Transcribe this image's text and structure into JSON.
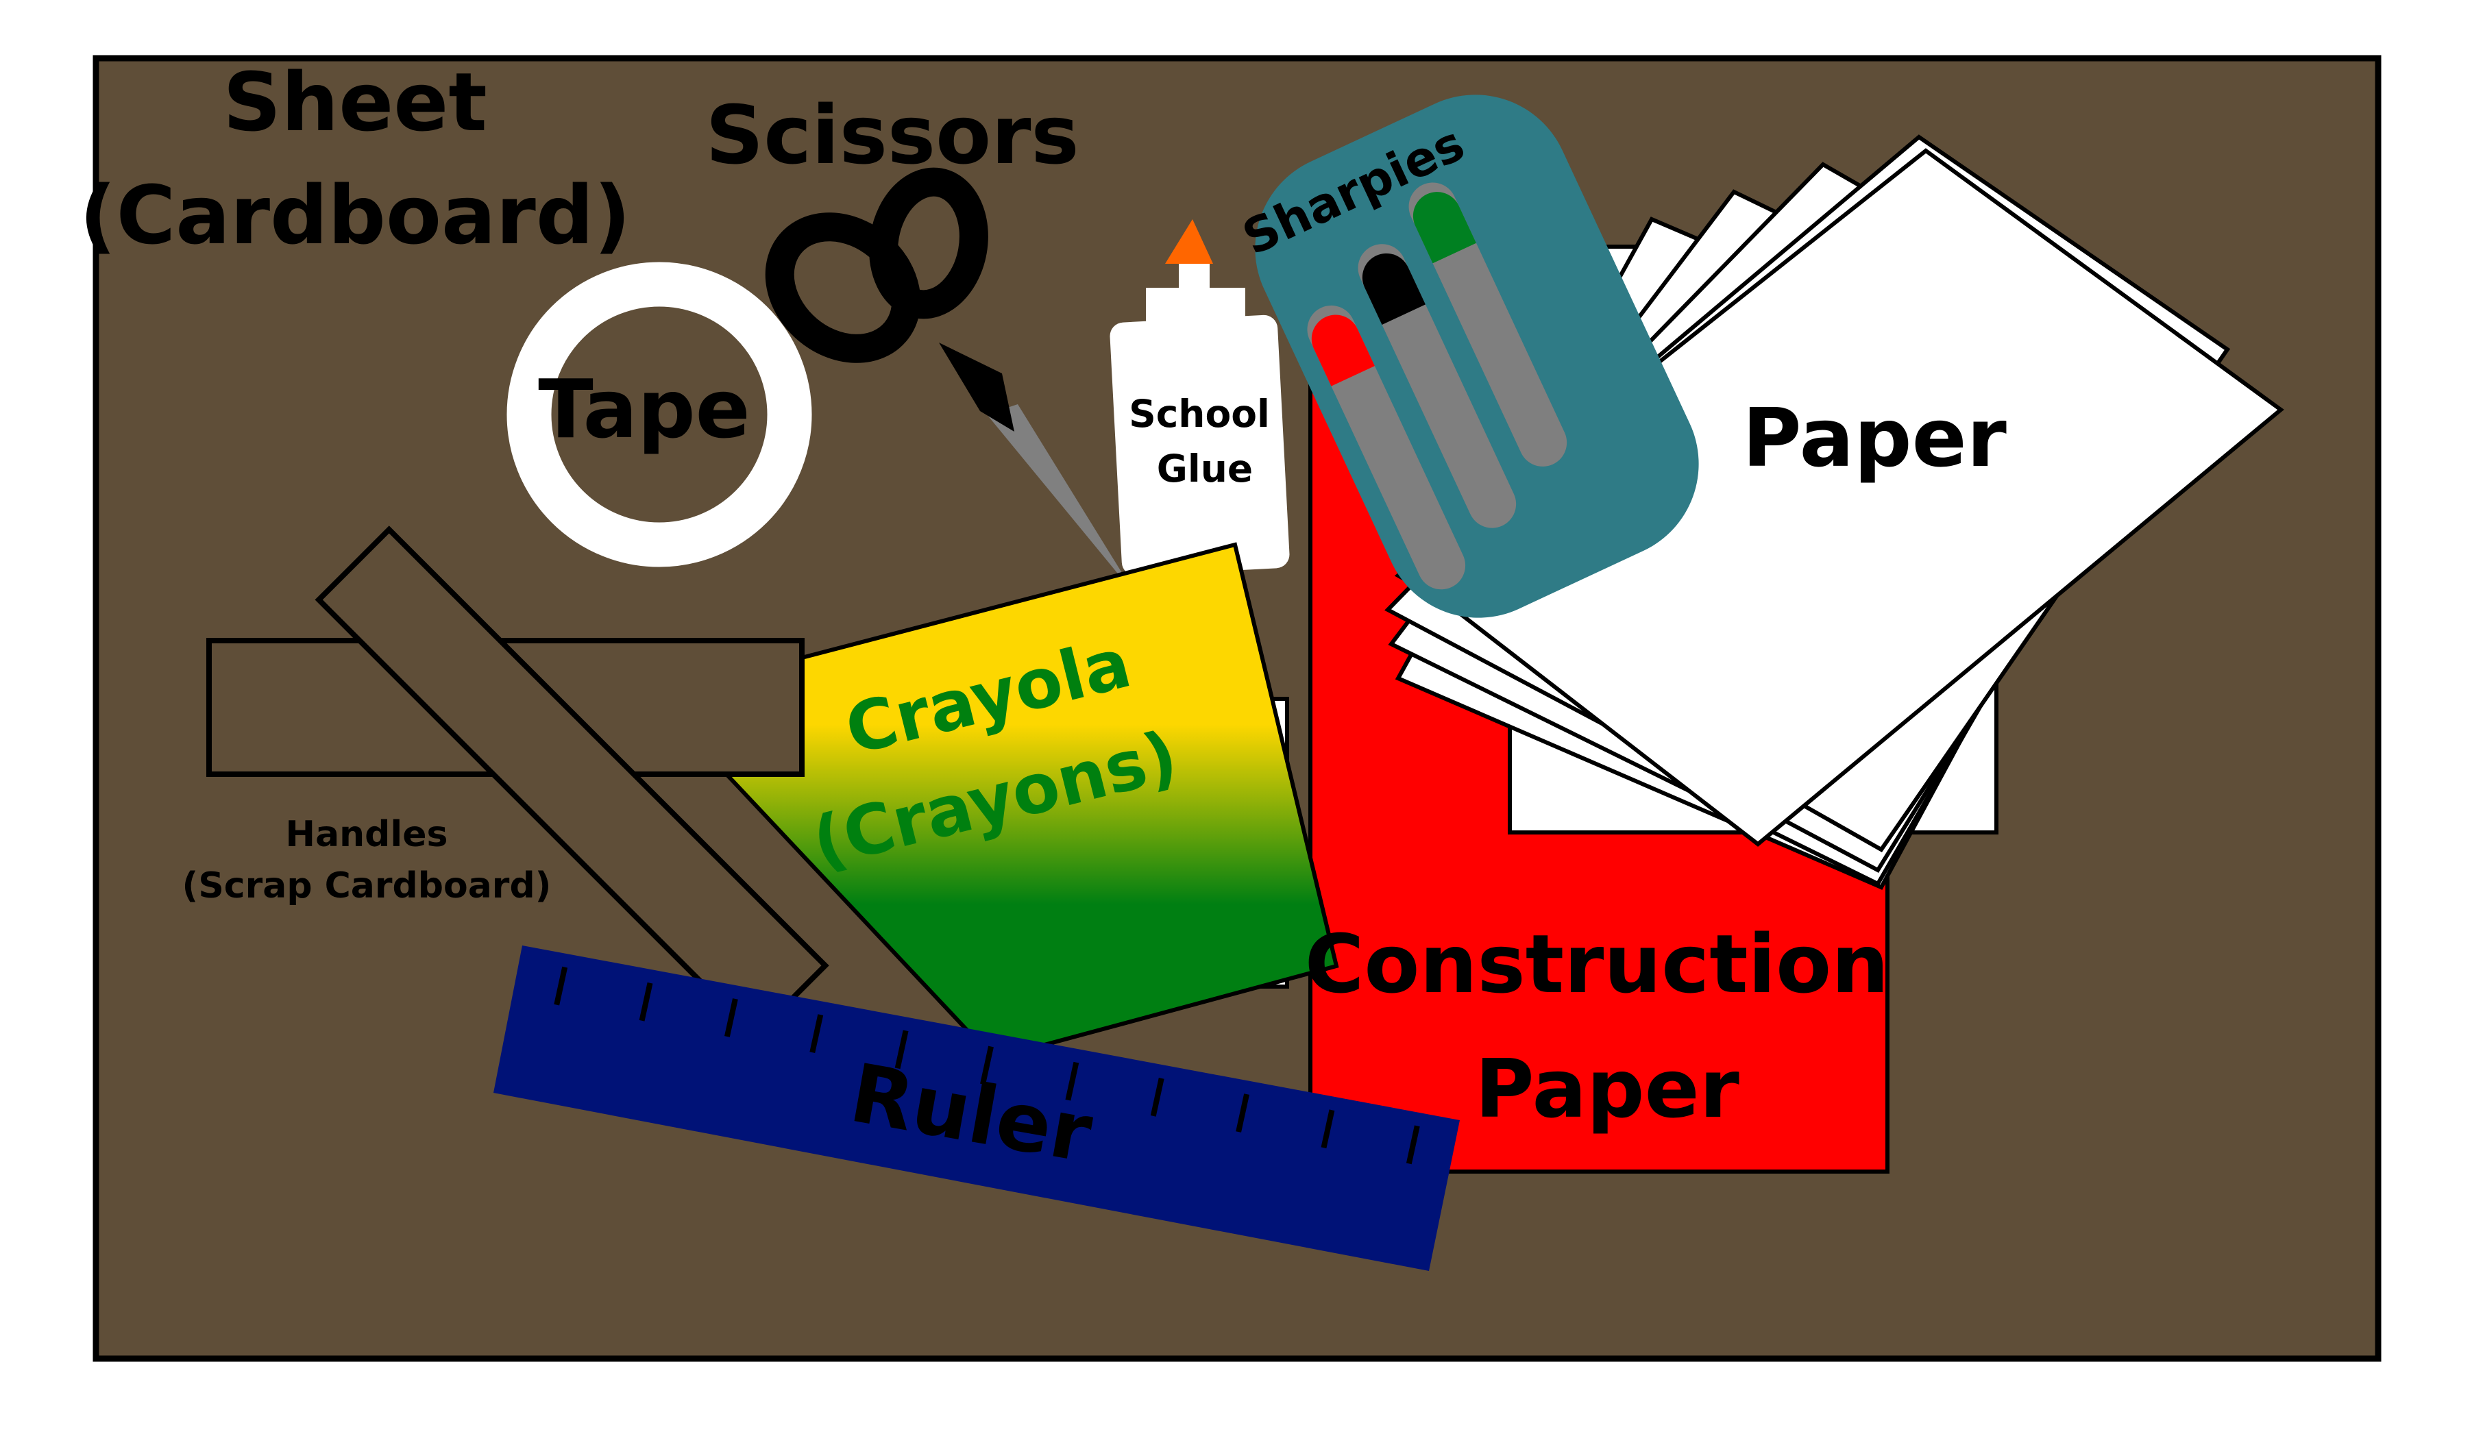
{
  "labels": {
    "sheet_line1": "Sheet",
    "sheet_line2": "(Cardboard)",
    "scissors": "Scissors",
    "tape": "Tape",
    "glue_line1": "School",
    "glue_line2": "Glue",
    "sharpies": "Sharpies",
    "paper": "Paper",
    "crayola_line1": "Crayola",
    "crayola_line2": "(Crayons)",
    "handles_line1": "Handles",
    "handles_line2": "(Scrap Cardboard)",
    "construction_line1": "Construction",
    "construction_line2": "Paper",
    "ruler": "Ruler"
  },
  "colors": {
    "cardboard": "#5f4e38",
    "outline": "#000000",
    "paper": "#ffffff",
    "construction_paper": "#ff0000",
    "ruler": "#001277",
    "crayola_text": "#00800f",
    "crayola_top": "#fdd700",
    "crayola_bottom": "#007f12",
    "sharpie_case": "#2f7b86",
    "sharpie_body": "#7f7f7f",
    "sharpie_red": "#ff0000",
    "sharpie_black": "#000000",
    "sharpie_green": "#008021",
    "glue_cap": "#ff6600",
    "scissors_blade": "#808080",
    "tape": "#ffffff"
  },
  "icons": {
    "sheet": "cardboard-sheet-icon",
    "scissors": "scissors-icon",
    "tape": "tape-roll-icon",
    "glue": "glue-bottle-icon",
    "sharpies": "markers-icon",
    "paper": "paper-stack-icon",
    "crayola": "crayon-box-icon",
    "handles": "cardboard-strips-icon",
    "construction": "construction-paper-icon",
    "ruler": "ruler-icon"
  }
}
